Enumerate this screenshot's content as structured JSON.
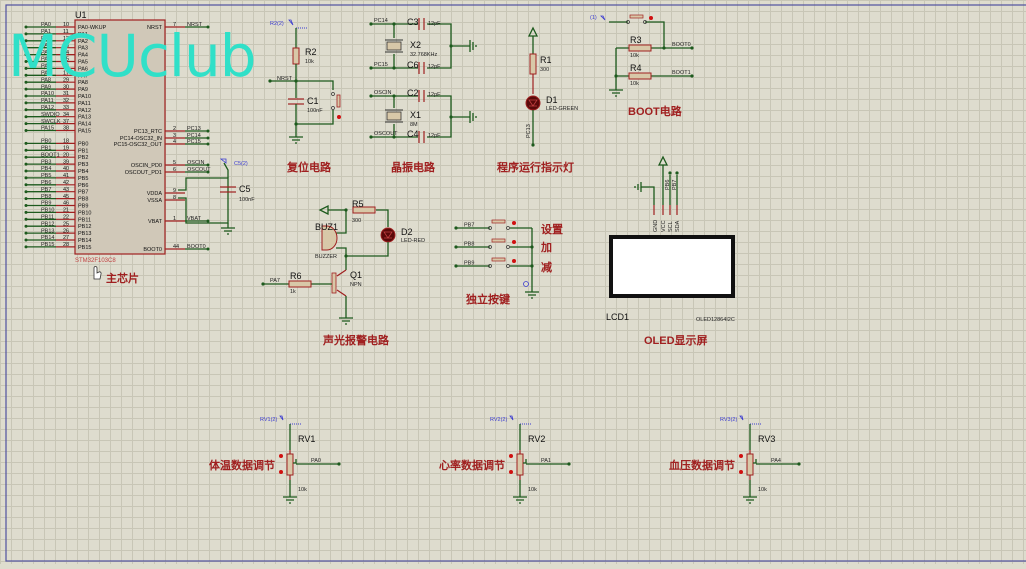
{
  "app": {
    "sheet_border_color": "#5050a0",
    "wire_color": "#1d5a1d",
    "pin_color": "#a02020",
    "label_color": "#a02020",
    "watermark_color": "#30e0c8"
  },
  "watermark": "MCUclub",
  "mcu": {
    "ref": "U1",
    "part": "STM32F103C8",
    "section_label": "主芯片",
    "left_pins": [
      {
        "net": "PA0",
        "num": "10",
        "name": "PA0-WKUP"
      },
      {
        "net": "PA1",
        "num": "11",
        "name": "PA1"
      },
      {
        "net": "PA2",
        "num": "12",
        "name": "PA2"
      },
      {
        "net": "PA3",
        "num": "13",
        "name": "PA3"
      },
      {
        "net": "PA4",
        "num": "14",
        "name": "PA4"
      },
      {
        "net": "PA5",
        "num": "15",
        "name": "PA5"
      },
      {
        "net": "PA6",
        "num": "16",
        "name": "PA6"
      },
      {
        "net": "PA7",
        "num": "17",
        "name": "PA7"
      },
      {
        "net": "PA8",
        "num": "29",
        "name": "PA8"
      },
      {
        "net": "PA9",
        "num": "30",
        "name": "PA9"
      },
      {
        "net": "PA10",
        "num": "31",
        "name": "PA10"
      },
      {
        "net": "PA11",
        "num": "32",
        "name": "PA11"
      },
      {
        "net": "PA12",
        "num": "33",
        "name": "PA12"
      },
      {
        "net": "SWDIO",
        "num": "34",
        "name": "PA13"
      },
      {
        "net": "SWCLK",
        "num": "37",
        "name": "PA14"
      },
      {
        "net": "PA15",
        "num": "38",
        "name": "PA15"
      },
      {
        "net": "PB0",
        "num": "18",
        "name": "PB0"
      },
      {
        "net": "PB1",
        "num": "19",
        "name": "PB1"
      },
      {
        "net": "BOOT1",
        "num": "20",
        "name": "PB2"
      },
      {
        "net": "PB3",
        "num": "39",
        "name": "PB3"
      },
      {
        "net": "PB4",
        "num": "40",
        "name": "PB4"
      },
      {
        "net": "PB5",
        "num": "41",
        "name": "PB5"
      },
      {
        "net": "PB6",
        "num": "42",
        "name": "PB6"
      },
      {
        "net": "PB7",
        "num": "43",
        "name": "PB7"
      },
      {
        "net": "PB8",
        "num": "45",
        "name": "PB8"
      },
      {
        "net": "PB9",
        "num": "46",
        "name": "PB9"
      },
      {
        "net": "PB10",
        "num": "21",
        "name": "PB10"
      },
      {
        "net": "PB11",
        "num": "22",
        "name": "PB11"
      },
      {
        "net": "PB12",
        "num": "25",
        "name": "PB12"
      },
      {
        "net": "PB13",
        "num": "26",
        "name": "PB13"
      },
      {
        "net": "PB14",
        "num": "27",
        "name": "PB14"
      },
      {
        "net": "PB15",
        "num": "28",
        "name": "PB15"
      }
    ],
    "right_pins": [
      {
        "name": "NRST",
        "num": "7",
        "net": "NRST"
      },
      {
        "name": "PC13_RTC",
        "num": "2",
        "net": "PC13"
      },
      {
        "name": "PC14-OSC32_IN",
        "num": "3",
        "net": "PC14"
      },
      {
        "name": "PC15-OSC32_OUT",
        "num": "4",
        "net": "PC15"
      },
      {
        "name": "OSCIN_PD0",
        "num": "5",
        "net": "OSCIN"
      },
      {
        "name": "OSCOUT_PD1",
        "num": "6",
        "net": "OSCOUT"
      },
      {
        "name": "VDDA",
        "num": "9",
        "net": ""
      },
      {
        "name": "VSSA",
        "num": "8",
        "net": ""
      },
      {
        "name": "VBAT",
        "num": "1",
        "net": "VBAT"
      },
      {
        "name": "BOOT0",
        "num": "44",
        "net": "BOOT0"
      }
    ]
  },
  "c5": {
    "ref": "C5",
    "value": "100nF",
    "probe": "C5(2)"
  },
  "reset": {
    "section_label": "复位电路",
    "r_ref": "R2",
    "r_val": "10k",
    "c_ref": "C1",
    "c_val": "100nF",
    "net": "NRST",
    "probe": "R2(2)"
  },
  "crystal": {
    "section_label": "晶振电路",
    "x2": {
      "ref": "X2",
      "value": "32.768KHz",
      "net_in": "PC14",
      "net_out": "PC15",
      "c_in": "C3",
      "c_out": "C6",
      "c_val": "12pF"
    },
    "x1": {
      "ref": "X1",
      "value": "8M",
      "net_in": "OSCIN",
      "net_out": "OSCOUT",
      "c_in": "C2",
      "c_out": "C4",
      "c_val": "12pF"
    }
  },
  "led_run": {
    "section_label": "程序运行指示灯",
    "r_ref": "R1",
    "r_val": "300",
    "d_ref": "D1",
    "d_val": "LED-GREEN",
    "net": "PC13"
  },
  "boot": {
    "section_label": "BOOT电路",
    "probe": "(1)",
    "r3": "R3",
    "r3_val": "10k",
    "r4": "R4",
    "r4_val": "10k",
    "net0": "BOOT0",
    "net1": "BOOT1"
  },
  "alarm": {
    "section_label": "声光报警电路",
    "r5": "R5",
    "r5_val": "300",
    "d2": "D2",
    "d2_val": "LED-RED",
    "buz": "BUZ1",
    "buz_val": "BUZZER",
    "q": "Q1",
    "q_val": "NPN",
    "r6": "R6",
    "r6_val": "1k",
    "net": "PA7"
  },
  "keys": {
    "section_label": "独立按键",
    "items": [
      {
        "net": "PB7",
        "label": "设置"
      },
      {
        "net": "PB8",
        "label": "加"
      },
      {
        "net": "PB9",
        "label": "减"
      }
    ]
  },
  "oled": {
    "section_label": "OLED显示屏",
    "ref": "LCD1",
    "part": "OLED12864I2C",
    "pins": [
      "GND",
      "VCC",
      "SCL",
      "SDA"
    ],
    "nets": [
      "PB7",
      "PB6"
    ]
  },
  "pots": [
    {
      "ref": "RV1",
      "probe": "RV1(2)",
      "value": "10k",
      "net": "PA0",
      "label": "体温数据调节"
    },
    {
      "ref": "RV2",
      "probe": "RV2(2)",
      "value": "10k",
      "net": "PA1",
      "label": "心率数据调节"
    },
    {
      "ref": "RV3",
      "probe": "RV3(2)",
      "value": "10k",
      "net": "PA4",
      "label": "血压数据调节"
    }
  ]
}
